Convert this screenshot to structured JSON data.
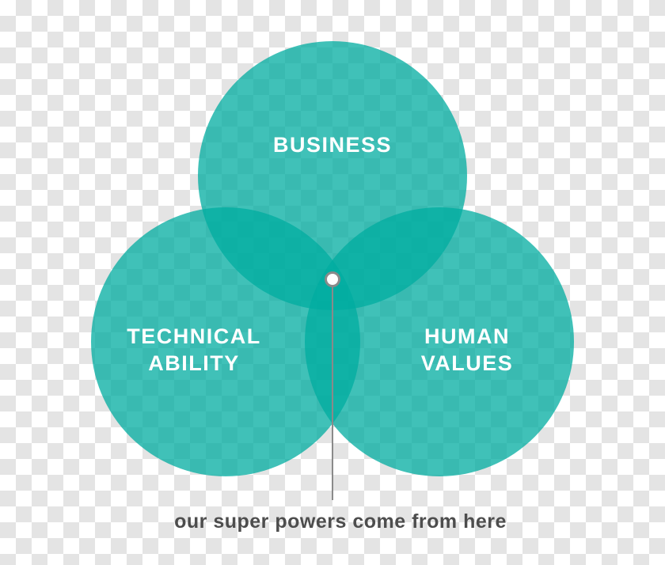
{
  "diagram": {
    "type": "venn",
    "circles": [
      {
        "id": "business",
        "lines": [
          "BUSINESS"
        ]
      },
      {
        "id": "technical-ability",
        "lines": [
          "TECHNICAL",
          "ABILITY"
        ]
      },
      {
        "id": "human-values",
        "lines": [
          "HUMAN",
          "VALUES"
        ]
      }
    ],
    "annotation": {
      "text": "our super powers come from here"
    },
    "colors": {
      "circle_fill": "#00aca0",
      "circle_overlap": "#10b1a6",
      "label_text": "#ffffff",
      "pointer": "#8a8a8a",
      "annotation_text": "#4d4d4d",
      "checker_light": "#ffffff",
      "checker_dark": "#e4e4e4"
    }
  }
}
